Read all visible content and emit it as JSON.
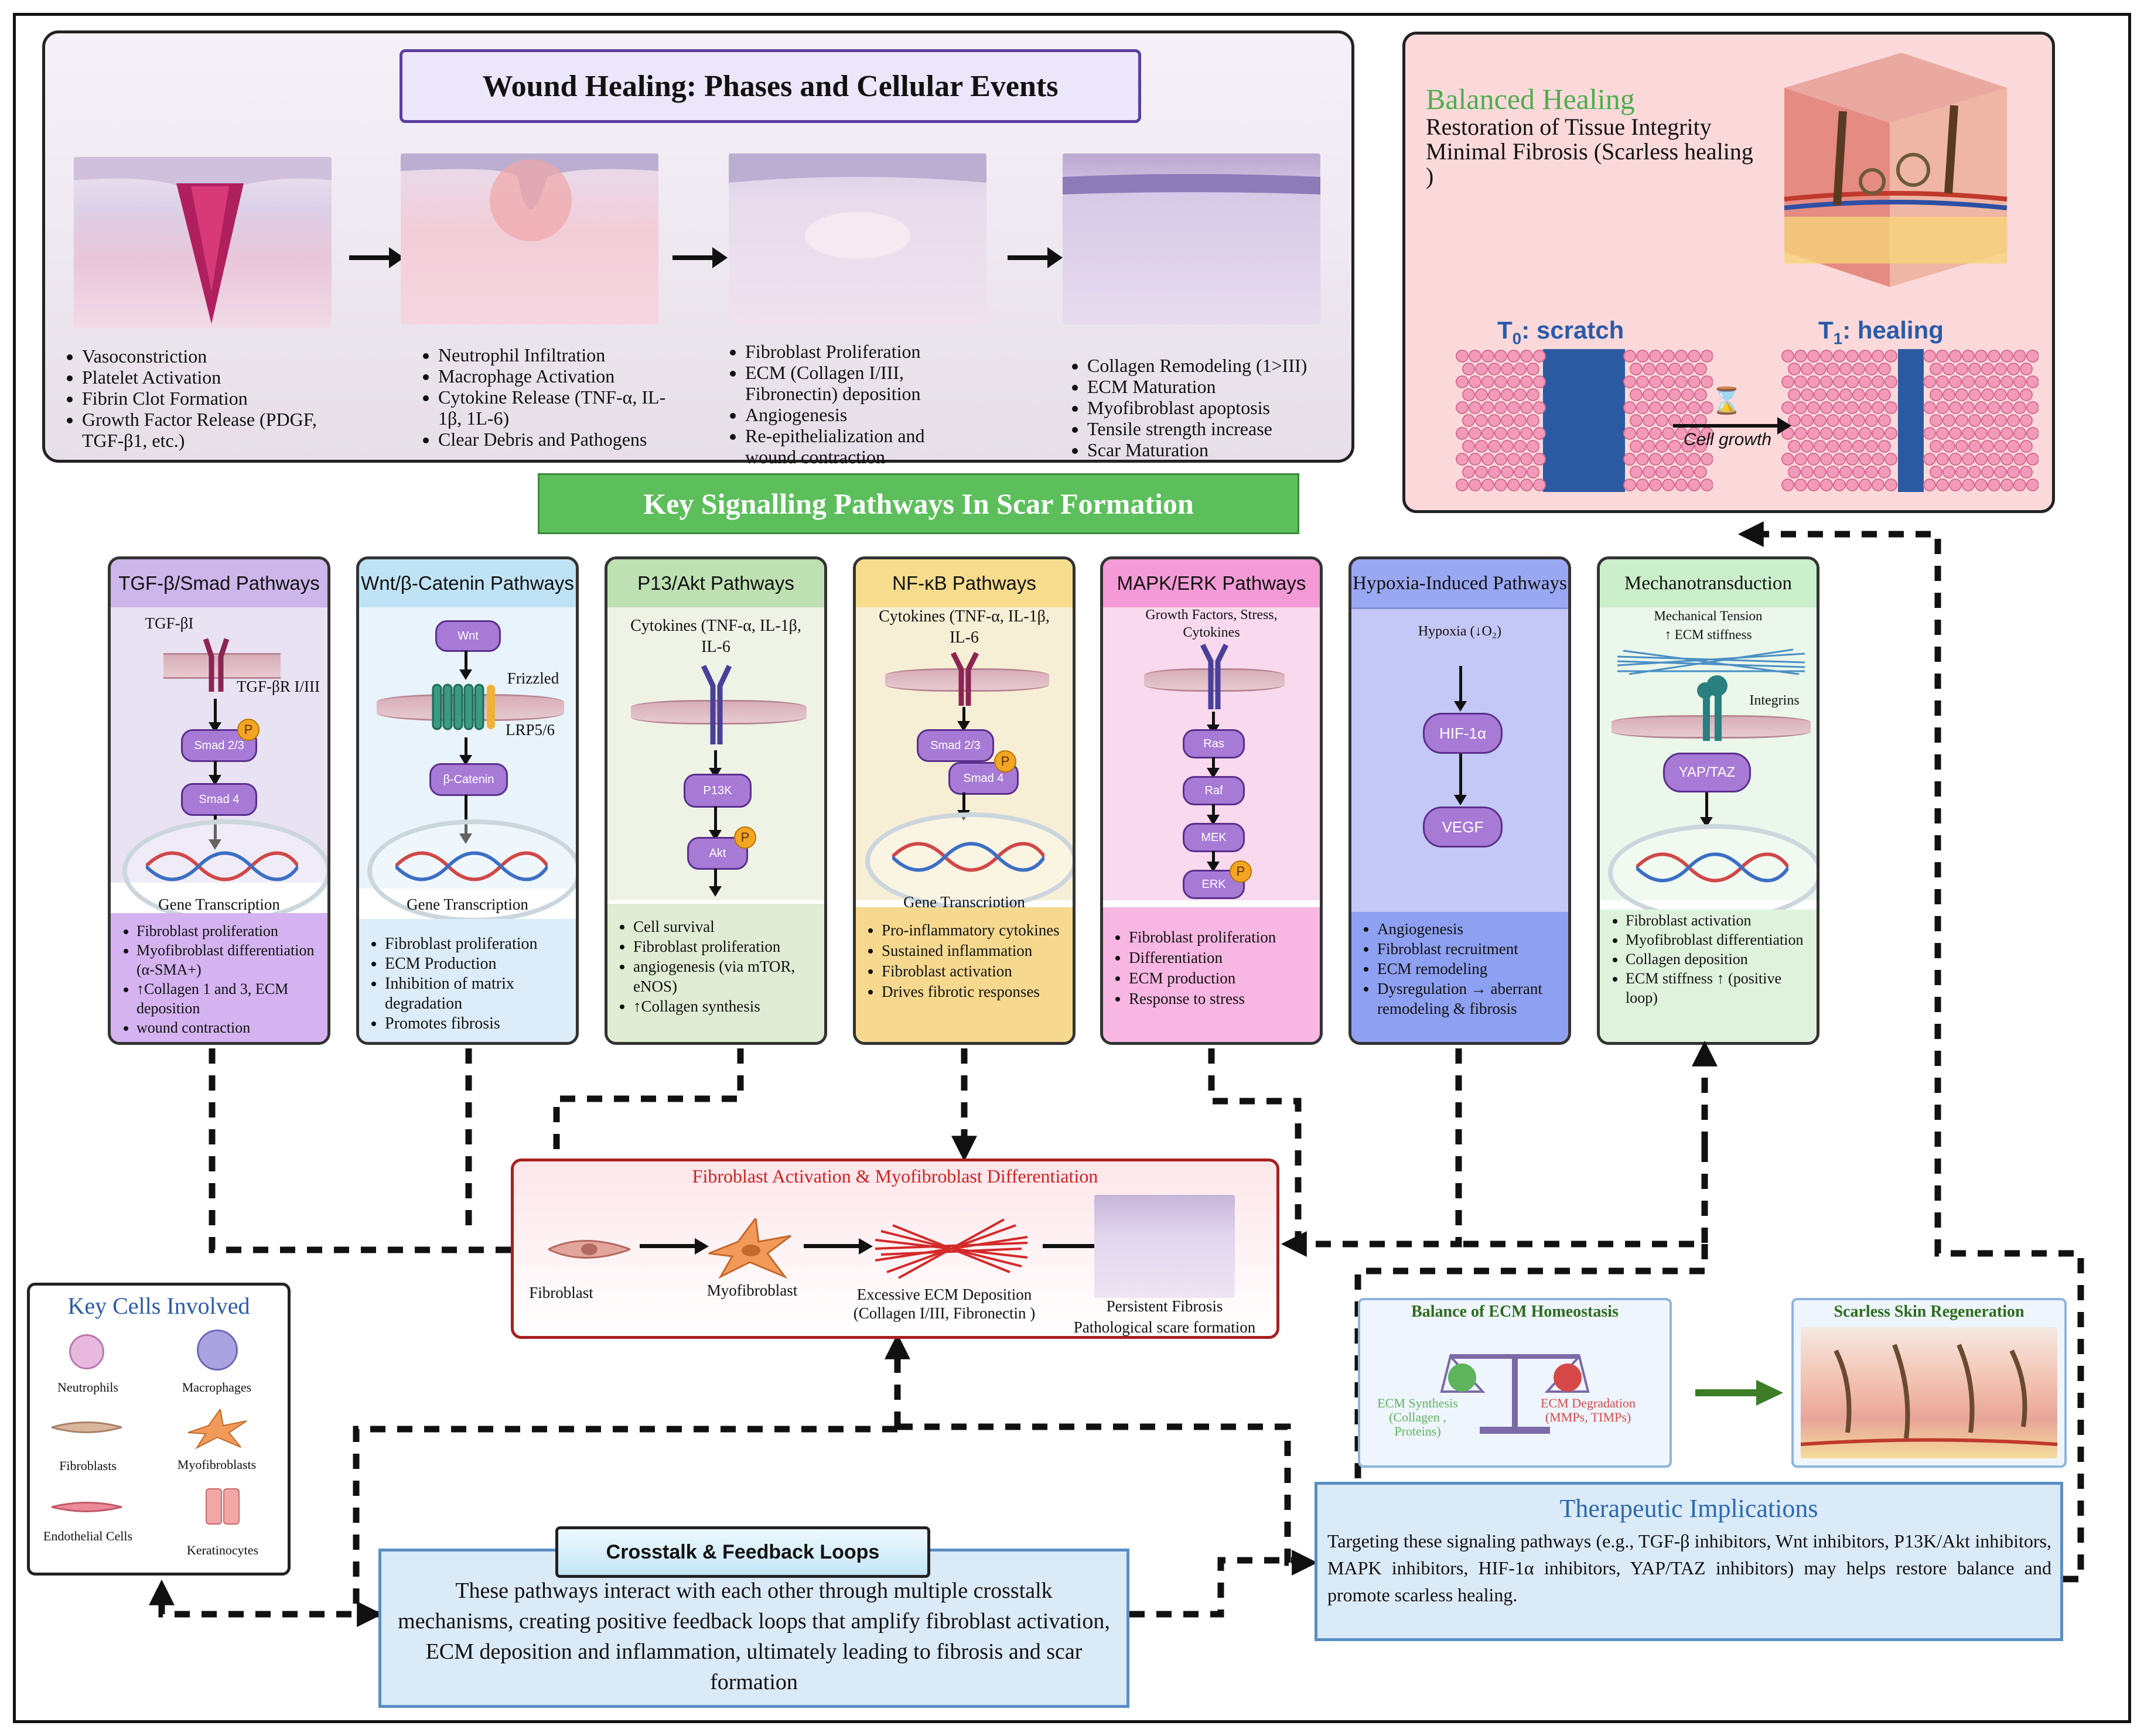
{
  "top": {
    "title": "Wound Healing: Phases and Cellular Events",
    "phases": [
      {
        "items": [
          "Vasoconstriction",
          "Platelet Activation",
          "Fibrin Clot Formation",
          "Growth Factor Release (PDGF, TGF-β1, etc.)"
        ]
      },
      {
        "items": [
          "Neutrophil Infiltration",
          "Macrophage Activation",
          "Cytokine Release (TNF-α, IL-1β, 1L-6)",
          "Clear Debris and Pathogens"
        ]
      },
      {
        "items": [
          "Fibroblast Proliferation",
          "ECM (Collagen I/III, Fibronectin) deposition",
          "Angiogenesis",
          "Re-epithelialization and wound contraction"
        ]
      },
      {
        "items": [
          "Collagen Remodeling (1>III)",
          "ECM Maturation",
          "Myofibroblast apoptosis",
          "Tensile strength increase",
          "Scar Maturation"
        ]
      }
    ]
  },
  "balanced": {
    "title": "Balanced Healing",
    "line1": "Restoration of Tissue Integrity",
    "line2": "Minimal Fibrosis (Scarless healing )",
    "t0_sub": "0",
    "t0_rest": ": scratch",
    "t1_sub": "1",
    "t1_rest": ": healing",
    "arrow_label": "Cell growth"
  },
  "key_title": "Key Signalling Pathways In Scar Formation",
  "pathways": [
    {
      "title": "TGF-β/Smad Pathways",
      "ligand": "TGF-βI",
      "receptor": "TGF-βR I/III",
      "n1": "Smad 2/3",
      "n2": "Smad 4",
      "gene": "Gene Transcription",
      "items": [
        "Fibroblast proliferation",
        "Myofibroblast differentiation (α-SMA+)",
        "↑Collagen 1 and 3, ECM deposition",
        "wound contraction"
      ]
    },
    {
      "title": "Wnt/β-Catenin Pathways",
      "ligand": "Wnt",
      "r1": "Frizzled",
      "r2": "LRP5/6",
      "n1": "β-Catenin",
      "gene": "Gene Transcription",
      "items": [
        "Fibroblast proliferation",
        "ECM Production",
        "Inhibition of matrix degradation",
        "Promotes fibrosis"
      ]
    },
    {
      "title": "P13/Akt Pathways",
      "ligand": "Cytokines (TNF-α, IL-1β, IL-6",
      "n1": "P13K",
      "n2": "Akt",
      "items": [
        "Cell survival",
        "Fibroblast proliferation",
        "angiogenesis (via mTOR, eNOS)",
        "↑Collagen synthesis"
      ]
    },
    {
      "title": "NF-κB Pathways",
      "ligand": "Cytokines (TNF-α, IL-1β, IL-6",
      "n1": "Smad 2/3",
      "n2": "Smad 4",
      "gene": "Gene Transcription",
      "items": [
        "Pro-inflammatory cytokines",
        "Sustained inflammation",
        "Fibroblast activation",
        "Drives fibrotic responses"
      ]
    },
    {
      "title": "MAPK/ERK Pathways",
      "ligand": "Growth Factors, Stress, Cytokines",
      "n1": "Ras",
      "n2": "Raf",
      "n3": "MEK",
      "n4": "ERK",
      "items": [
        "Fibroblast proliferation",
        "Differentiation",
        "ECM production",
        "Response to stress"
      ]
    },
    {
      "title": "Hypoxia-Induced Pathways",
      "ligand": "Hypoxia (↓O₂)",
      "n1": "HIF-1α",
      "n2": "VEGF",
      "items": [
        "Angiogenesis",
        "Fibroblast recruitment",
        "ECM remodeling",
        "Dysregulation → aberrant remodeling & fibrosis"
      ]
    },
    {
      "title": "Mechanotransduction",
      "ligand": "Mechanical Tension",
      "ligand2": "↑ ECM stiffness",
      "r1": "Integrins",
      "n1": "YAP/TAZ",
      "items": [
        "Fibroblast activation",
        "Myofibroblast differentiation",
        "Collagen deposition",
        "ECM stiffness ↑ (positive loop)"
      ]
    }
  ],
  "fibro": {
    "title": "Fibroblast Activation & Myofibroblast Differentiation",
    "s1": "Fibroblast",
    "s2": "Myofibroblast",
    "s3a": "Excessive ECM Deposition",
    "s3b": "(Collagen I/III, Fibronectin )",
    "s4a": "Persistent Fibrosis",
    "s4b": "Pathological scare formation"
  },
  "cells": {
    "title": "Key Cells Involved",
    "list": [
      "Neutrophils",
      "Macrophages",
      "Fibroblasts",
      "Myofibroblasts",
      "Endothelial Cells",
      "Keratinocytes"
    ]
  },
  "crosstalk": {
    "title": "Crosstalk & Feedback Loops",
    "text": "These pathways interact with each other through multiple crosstalk mechanisms, creating positive feedback loops that amplify fibroblast activation, ECM deposition and inflammation, ultimately leading to fibrosis and scar formation"
  },
  "ecm": {
    "title": "Balance of ECM Homeostasis",
    "left": "ECM Synthesis (Collagen , Proteins)",
    "right": "ECM Degradation (MMPs, TIMPs)"
  },
  "scarless": {
    "title": "Scarless Skin Regeneration"
  },
  "therapy": {
    "title": "Therapeutic Implications",
    "text": "Targeting these signaling pathways (e.g., TGF-β inhibitors, Wnt inhibitors, P13K/Akt inhibitors, MAPK inhibitors, HIF-1α inhibitors, YAP/TAZ inhibitors) may helps restore balance and promote scarless healing."
  },
  "colors": {
    "pathway_headers": [
      "#cdb6ea",
      "#bfe3f5",
      "#bfe0b2",
      "#f6dc8c",
      "#f49ad6",
      "#9aa7f2",
      "#cbeecb"
    ],
    "pathway_bodies": [
      "#e9e2f3",
      "#e9f3fb",
      "#eef3e6",
      "#f7efd5",
      "#f8d9ee",
      "#c4c8f6",
      "#eaf7ea"
    ],
    "pathway_bottoms": [
      "#d4b3f0",
      "#dcecf8",
      "#e0ecd3",
      "#f6d98f",
      "#f8b6e3",
      "#8ea0f1",
      "#dff3dc"
    ]
  }
}
